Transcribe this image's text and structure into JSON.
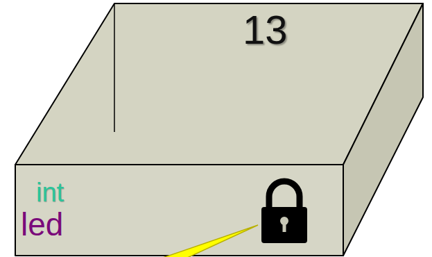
{
  "diagram": {
    "nodes": [
      {
        "text": [
          "13",
          "int",
          "led"
        ]
      }
    ]
  }
}
